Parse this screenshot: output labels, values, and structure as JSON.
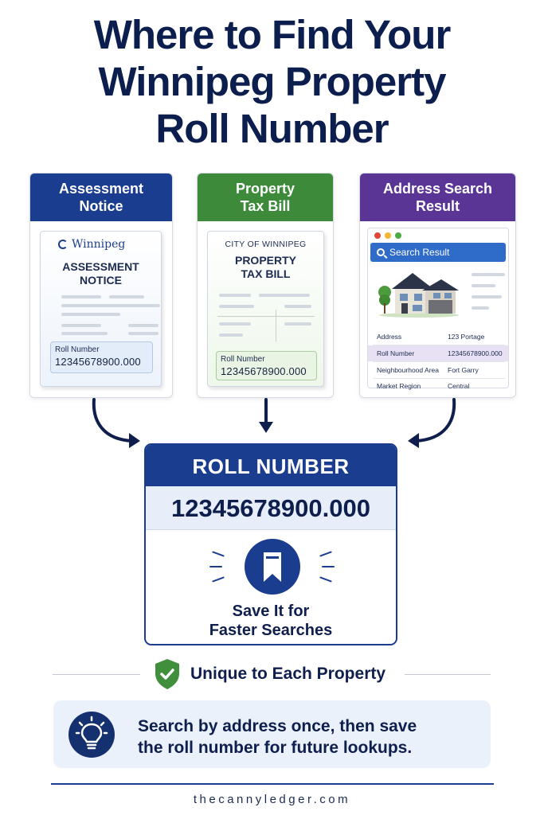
{
  "title": {
    "line1": "Where to Find Your",
    "line2": "Winnipeg Property",
    "line3": "Roll Number"
  },
  "cards": {
    "assessment": {
      "head1": "Assessment",
      "head2": "Notice",
      "logo": "Winnipeg",
      "doc_title1": "ASSESSMENT",
      "doc_title2": "NOTICE",
      "roll_label": "Roll Number",
      "roll_value": "12345678900.000"
    },
    "tax": {
      "head1": "Property",
      "head2": "Tax Bill",
      "doc_top": "CITY OF WINNIPEG",
      "doc_title1": "PROPERTY",
      "doc_title2": "TAX BILL",
      "roll_label": "Roll Number",
      "roll_value": "12345678900.000"
    },
    "search": {
      "head1": "Address Search",
      "head2": "Result",
      "bar_label": "Search Result",
      "rows": [
        {
          "key": "Address",
          "value": "123 Portage"
        },
        {
          "key": "Roll Number",
          "value": "12345678900.000"
        },
        {
          "key": "Neighbourhood Area",
          "value": "Fort Garry"
        },
        {
          "key": "Market Region",
          "value": "Central"
        }
      ]
    }
  },
  "main": {
    "heading": "ROLL NUMBER",
    "number": "12345678900.000",
    "save1": "Save It for",
    "save2": "Faster Searches"
  },
  "unique": "Unique to Each Property",
  "tip": {
    "line1": "Search by address once, then save",
    "line2": "the roll number for future lookups."
  },
  "footer": "thecannyledger.com",
  "colors": {
    "navy": "#1b3d8f",
    "green": "#3c8a3a",
    "purple": "#5a3596",
    "highlight": "#e7e1f3"
  }
}
